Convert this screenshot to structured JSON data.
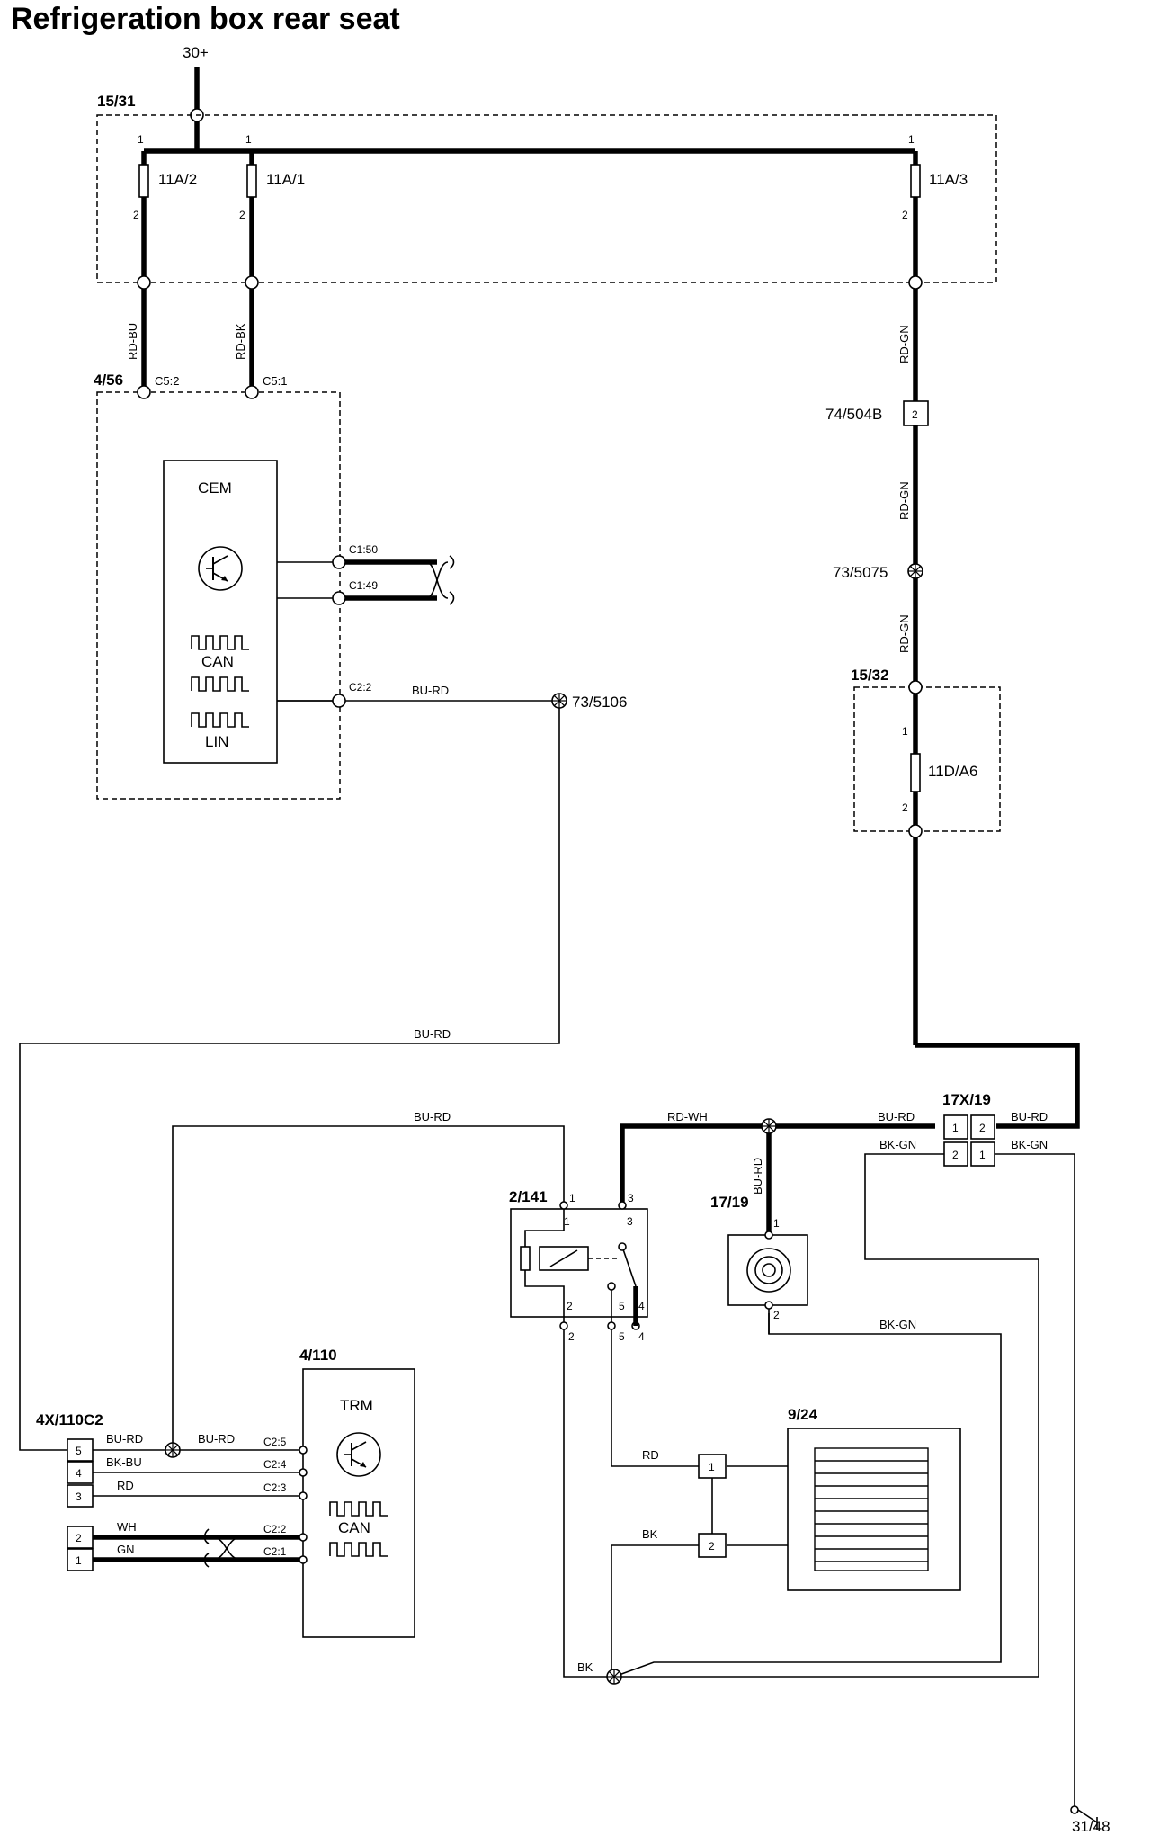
{
  "title": "Refrigeration box rear seat",
  "power": {
    "supply": "30+",
    "ground": "31/48"
  },
  "fusebox_main": {
    "id": "15/31",
    "fuses": [
      {
        "id": "11A/2",
        "pin_top": "1",
        "pin_bottom": "2"
      },
      {
        "id": "11A/1",
        "pin_top": "1",
        "pin_bottom": "2"
      },
      {
        "id": "11A/3",
        "pin_top": "1",
        "pin_bottom": "2"
      }
    ]
  },
  "wires": {
    "rd_bu": "RD-BU",
    "rd_bk": "RD-BK",
    "rd_gn": "RD-GN",
    "bu_rd": "BU-RD",
    "rd_wh": "RD-WH",
    "bk_gn": "BK-GN",
    "bk_bu": "BK-BU",
    "rd": "RD",
    "wh": "WH",
    "gn": "GN",
    "bk": "BK"
  },
  "cem": {
    "id": "4/56",
    "name": "CEM",
    "connectors": {
      "c5_2": "C5:2",
      "c5_1": "C5:1",
      "c1_50": "C1:50",
      "c1_49": "C1:49",
      "c2_2": "C2:2"
    },
    "bus_can": "CAN",
    "bus_lin": "LIN"
  },
  "connector_504b": {
    "id": "74/504B",
    "pin": "2"
  },
  "splices": {
    "s5075": "73/5075",
    "s5106": "73/5106"
  },
  "fusebox_rear": {
    "id": "15/32",
    "fuse": "11D/A6",
    "pin_top": "1",
    "pin_bottom": "2"
  },
  "connector_17x19": {
    "id": "17X/19",
    "pins": [
      "1",
      "2",
      "2",
      "1"
    ]
  },
  "relay": {
    "id": "2/141",
    "pins": [
      "1",
      "3",
      "2",
      "5",
      "4"
    ]
  },
  "socket": {
    "id": "17/19",
    "pins": [
      "1",
      "2"
    ]
  },
  "fan": {
    "id": "9/24",
    "pins": [
      "1",
      "2"
    ]
  },
  "trm": {
    "id": "4/110",
    "name": "TRM",
    "bus_can": "CAN",
    "connectors": [
      "C2:5",
      "C2:4",
      "C2:3",
      "C2:2",
      "C2:1"
    ]
  },
  "connector_4x110c2": {
    "id": "4X/110C2",
    "pins": [
      "5",
      "4",
      "3",
      "2",
      "1"
    ]
  }
}
